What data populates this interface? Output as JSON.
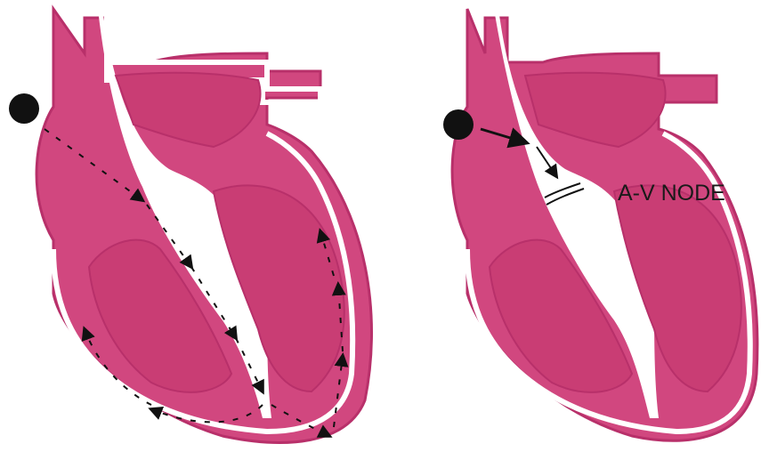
{
  "colors": {
    "muscle": "#d1477f",
    "outline": "#b8306a",
    "cavity": "#ffffff",
    "ink": "#111111"
  },
  "left_diagram": {
    "sa_node_icon": "filled-circle",
    "impulse_arrows": "dashed-arrow-path"
  },
  "right_diagram": {
    "sa_node_icon": "filled-circle",
    "av_node_label": "A-V NODE"
  }
}
